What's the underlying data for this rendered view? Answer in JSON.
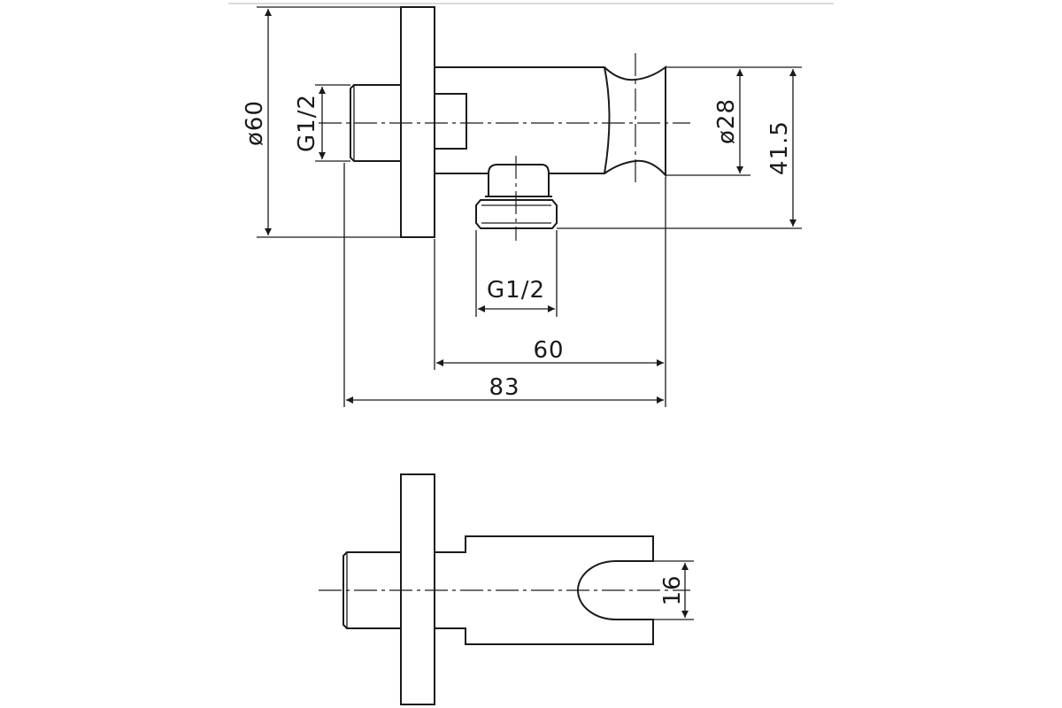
{
  "drawing": {
    "side_view": {
      "flange_diameter": "ø60",
      "inlet_thread": "G1/2",
      "holder_diameter": "ø28",
      "height": "41.5",
      "outlet_thread": "G1/2",
      "body_length": "60",
      "overall_length": "83"
    },
    "top_view": {
      "holder_opening": "16"
    }
  }
}
